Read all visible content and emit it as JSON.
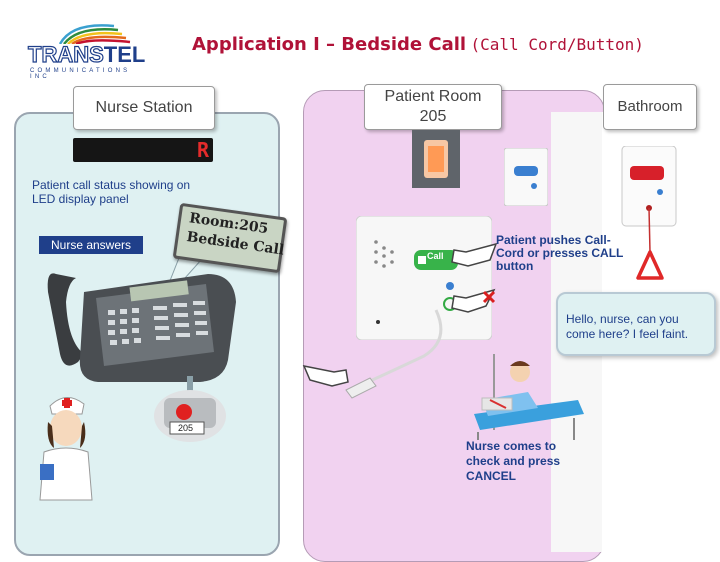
{
  "logo": {
    "name": "TRANSTEL",
    "name_part1": "TRANS",
    "name_part2": "TEL",
    "subtitle": "COMMUNICATIONS INC",
    "arc_colors": [
      "#3aa0d0",
      "#2e8b3e",
      "#f2c21b",
      "#e46a1c",
      "#c4122f"
    ]
  },
  "title": {
    "main": "Application I – Bedside Call",
    "sub": "(Call Cord/Button)"
  },
  "nurse_station": {
    "label": "Nurse Station",
    "led_char": "R",
    "status_text": "Patient call status showing on LED display panel",
    "nurse_answers": "Nurse answers",
    "lcd_line1": "Room:205",
    "lcd_line2": "Bedside Call",
    "phone_badge": "205"
  },
  "patient_room": {
    "label_line1": "Patient Room",
    "label_line2": "205",
    "device_call_label": "Call",
    "pushes_text": "Patient pushes Call-Cord or presses CALL button",
    "speech": "Hello, nurse, can you come here?  I feel faint.",
    "cancel_text": "Nurse comes to check and press CANCEL"
  },
  "bathroom": {
    "label": "Bathroom"
  },
  "colors": {
    "title": "#b01238",
    "text_blue": "#1f3f8a",
    "nurse_panel": "#dff1f2",
    "room_panel": "#f1d2f0"
  }
}
